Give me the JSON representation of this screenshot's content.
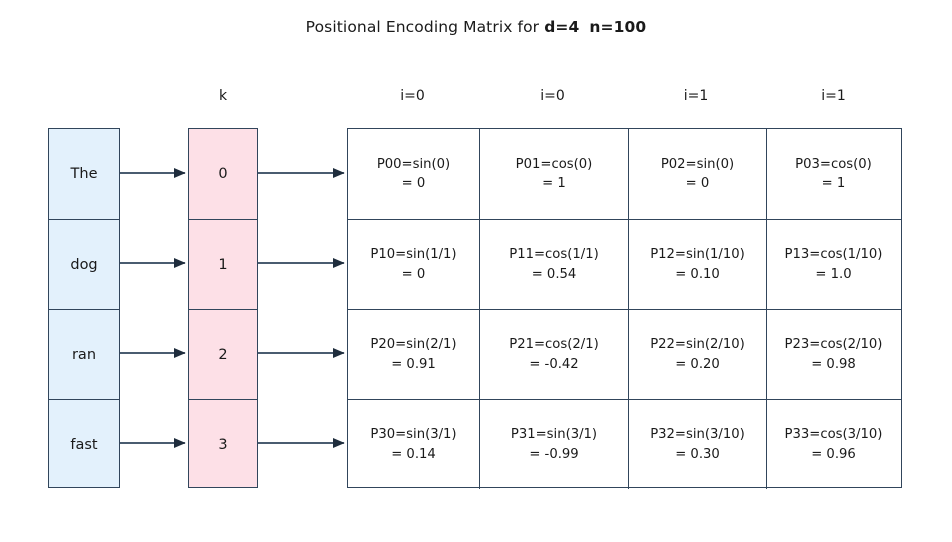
{
  "title": {
    "prefix": "Positional Encoding Matrix for ",
    "d_label": "d=4",
    "gap": "  ",
    "n_label": "n=100"
  },
  "colors": {
    "word_fill": "#e3f1fc",
    "k_fill": "#fde0e7",
    "border": "#31455b",
    "matrix_fill": "#ffffff",
    "text": "#1a1a1a",
    "arrow": "#31455b"
  },
  "headers": {
    "k_label": "k",
    "columns": [
      "i=0",
      "i=0",
      "i=1",
      "i=1"
    ]
  },
  "words": [
    "The",
    "dog",
    "ran",
    "fast"
  ],
  "k_values": [
    "0",
    "1",
    "2",
    "3"
  ],
  "matrix": {
    "rows": [
      [
        {
          "expr": "P00=sin(0)",
          "value": "= 0"
        },
        {
          "expr": "P01=cos(0)",
          "value": "= 1"
        },
        {
          "expr": "P02=sin(0)",
          "value": "= 0"
        },
        {
          "expr": "P03=cos(0)",
          "value": "= 1"
        }
      ],
      [
        {
          "expr": "P10=sin(1/1)",
          "value": "= 0"
        },
        {
          "expr": "P11=cos(1/1)",
          "value": "= 0.54"
        },
        {
          "expr": "P12=sin(1/10)",
          "value": "= 0.10"
        },
        {
          "expr": "P13=cos(1/10)",
          "value": "= 1.0"
        }
      ],
      [
        {
          "expr": "P20=sin(2/1)",
          "value": "= 0.91"
        },
        {
          "expr": "P21=cos(2/1)",
          "value": "= -0.42"
        },
        {
          "expr": "P22=sin(2/10)",
          "value": "= 0.20"
        },
        {
          "expr": "P23=cos(2/10)",
          "value": "= 0.98"
        }
      ],
      [
        {
          "expr": "P30=sin(3/1)",
          "value": "= 0.14"
        },
        {
          "expr": "P31=sin(3/1)",
          "value": "= -0.99"
        },
        {
          "expr": "P32=sin(3/10)",
          "value": "= 0.30"
        },
        {
          "expr": "P33=cos(3/10)",
          "value": "= 0.96"
        }
      ]
    ]
  }
}
